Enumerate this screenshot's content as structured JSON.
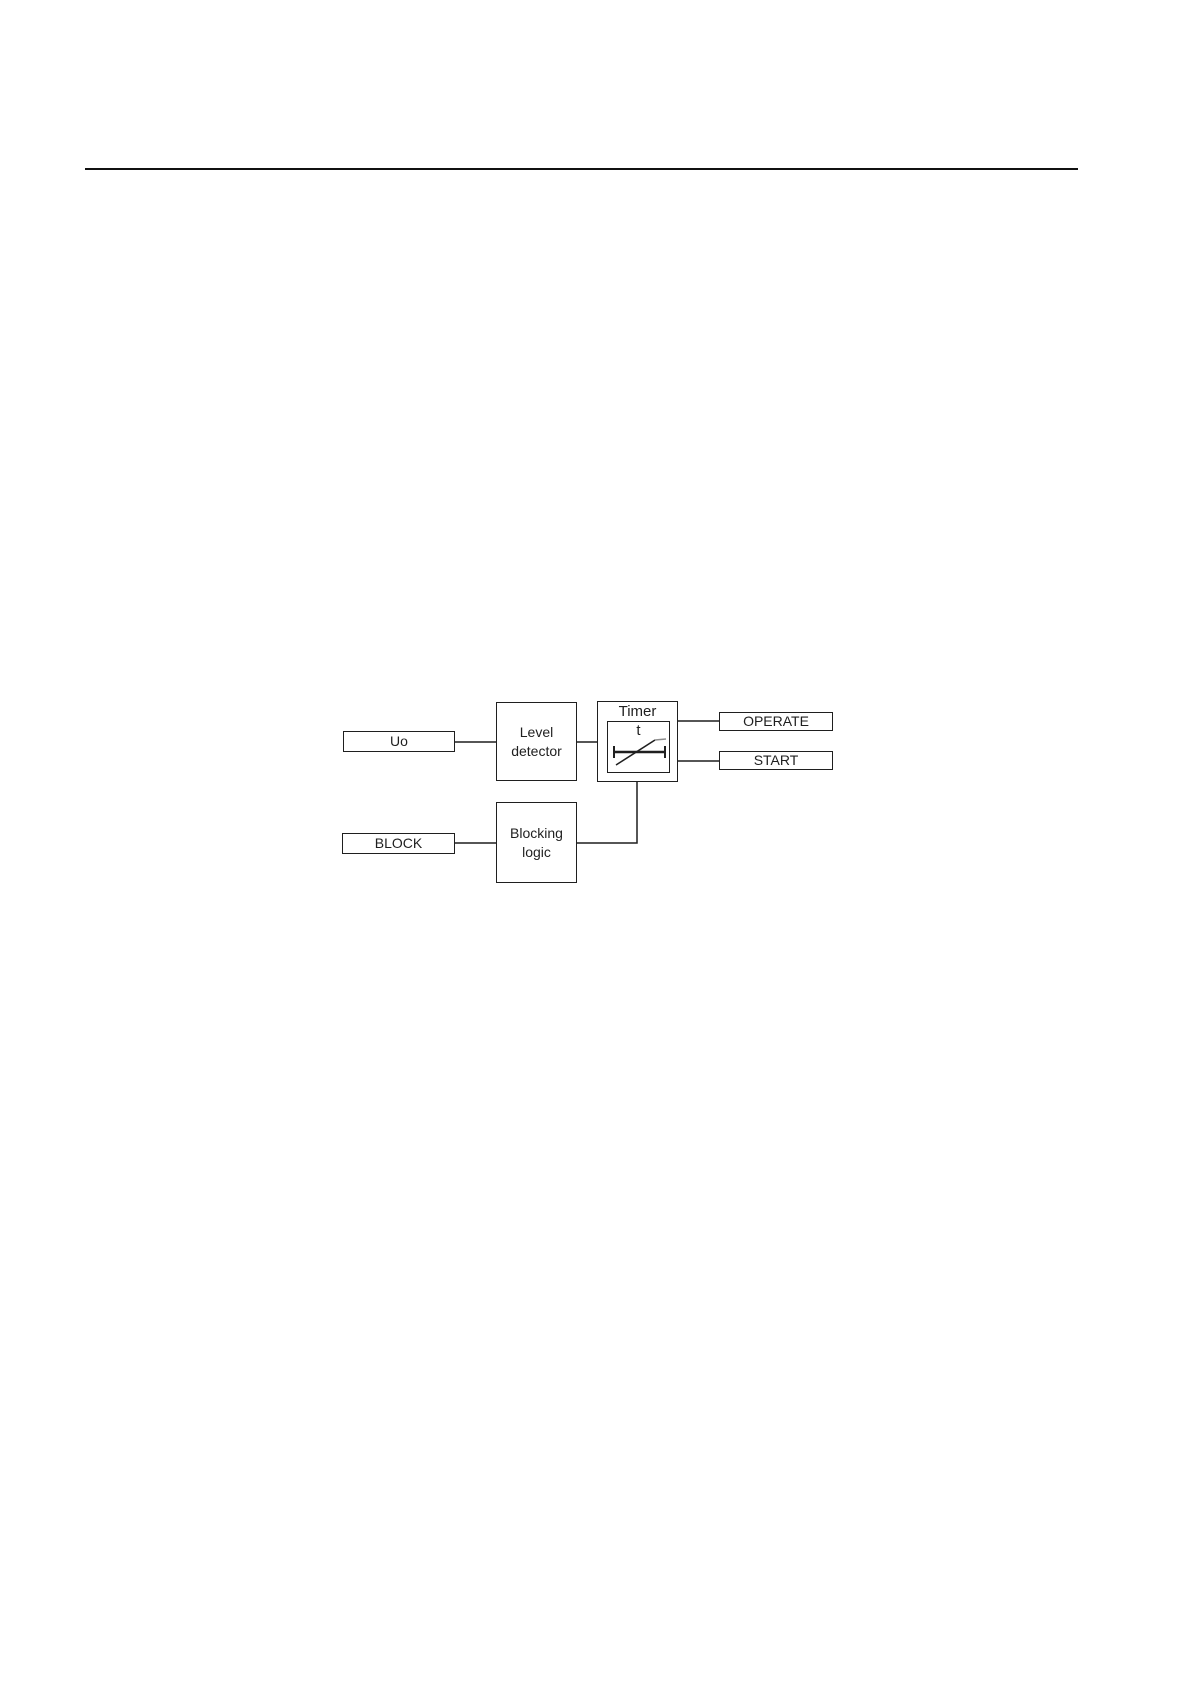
{
  "page": {
    "background_color": "#ffffff",
    "rule_color": "#111111"
  },
  "diagram": {
    "kind": "function-block-diagram",
    "line_color": "#1f1f1f",
    "text_color": "#1f1f1f",
    "inputs": {
      "uo": {
        "label": "Uo"
      },
      "block": {
        "label": "BLOCK"
      }
    },
    "blocks": {
      "level_detector": {
        "label": "Level detector"
      },
      "timer": {
        "title": "Timer",
        "symbol_letter": "t",
        "icon": "definite-time-timer-icon"
      },
      "blocking_logic": {
        "label": "Blocking logic"
      }
    },
    "outputs": {
      "operate": {
        "label": "OPERATE"
      },
      "start": {
        "label": "START"
      }
    },
    "connections": [
      {
        "from": "uo",
        "to": "level_detector"
      },
      {
        "from": "level_detector",
        "to": "timer"
      },
      {
        "from": "timer",
        "to": "operate"
      },
      {
        "from": "timer",
        "to": "start"
      },
      {
        "from": "block",
        "to": "blocking_logic"
      },
      {
        "from": "blocking_logic",
        "to": "timer"
      }
    ]
  }
}
